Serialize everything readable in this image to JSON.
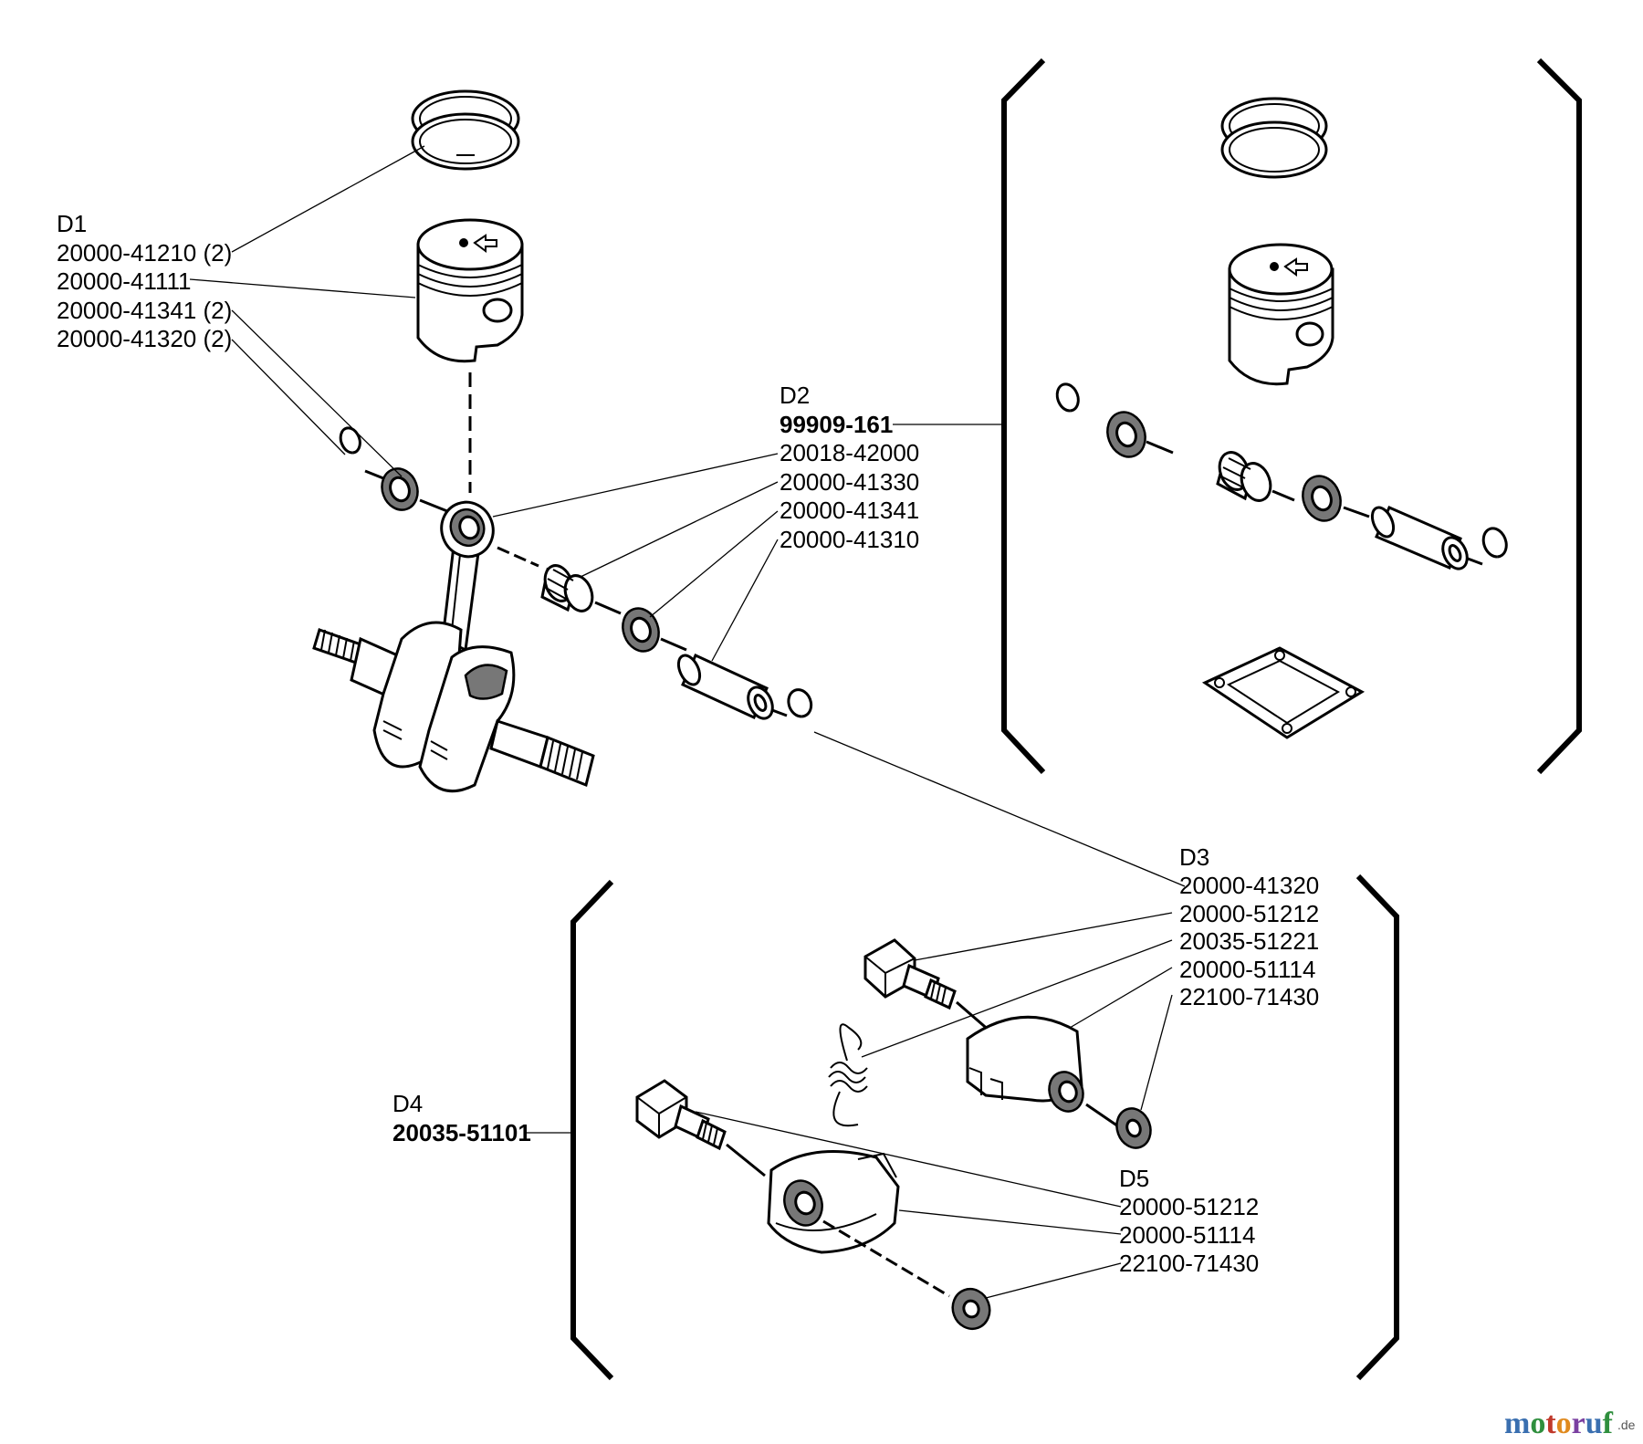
{
  "groups": {
    "d1": {
      "code": "D1",
      "parts": [
        "20000-41210 (2)",
        "20000-41111",
        "20000-41341 (2)",
        "20000-41320 (2)"
      ]
    },
    "d2": {
      "code": "D2",
      "kit": "99909-161",
      "parts": [
        "20018-42000",
        "20000-41330",
        "20000-41341",
        "20000-41310"
      ]
    },
    "d3": {
      "code": "D3",
      "parts": [
        "20000-41320",
        "20000-51212",
        "20035-51221",
        "20000-51114",
        "22100-71430"
      ]
    },
    "d4": {
      "code": "D4",
      "kit": "20035-51101"
    },
    "d5": {
      "code": "D5",
      "parts": [
        "20000-51212",
        "20000-51114",
        "22100-71430"
      ]
    }
  },
  "watermark": {
    "brand": "motoruf",
    "suffix": ".de",
    "letter_colors": [
      "#3a6fb0",
      "#2f8f3e",
      "#c0392b",
      "#e08a1e",
      "#7a3fa0",
      "#3a6fb0",
      "#2f8f3e"
    ]
  }
}
